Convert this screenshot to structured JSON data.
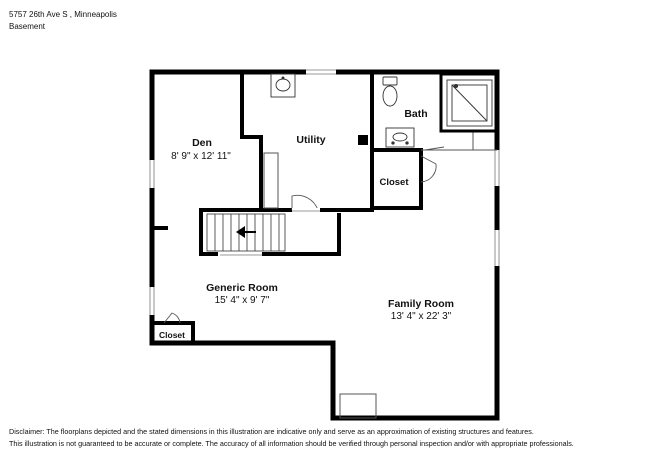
{
  "header": {
    "address": "5757 26th Ave S , Minneapolis",
    "floor": "Basement"
  },
  "rooms": {
    "den": {
      "name": "Den",
      "dims": "8' 9\" x 12' 11\""
    },
    "utility": {
      "name": "Utility"
    },
    "bath": {
      "name": "Bath"
    },
    "closet_upper": {
      "name": "Closet"
    },
    "generic_room": {
      "name": "Generic Room",
      "dims": "15' 4\" x 9' 7\""
    },
    "family_room": {
      "name": "Family Room",
      "dims": "13' 4\" x 22' 3\""
    },
    "closet_lower": {
      "name": "Closet"
    }
  },
  "icons": {
    "stairs_arrow": "arrow-left-icon",
    "sink": "sink-icon",
    "toilet": "toilet-icon",
    "shower": "shower-icon"
  },
  "disclaimer": {
    "line1": "Disclaimer: The floorplans depicted and the stated dimensions in this illustration are indicative only and serve as an approximation of existing structures and features.",
    "line2": "This illustration is not guaranteed to be accurate or complete. The accuracy of all information should be verified through personal inspection and/or with appropriate professionals."
  },
  "colors": {
    "wall": "#000000",
    "thin_line": "#555555",
    "background": "#ffffff"
  }
}
